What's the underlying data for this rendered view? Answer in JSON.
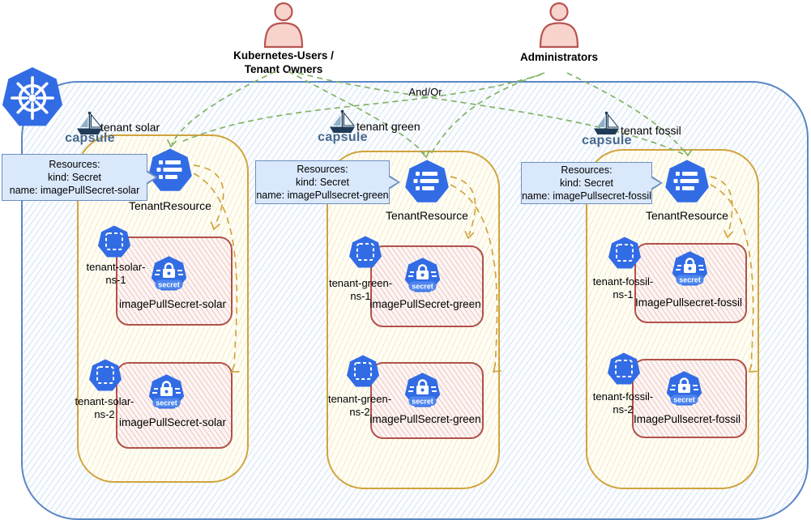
{
  "actors": {
    "tenant_owners": {
      "line1": "Kubernetes-Users /",
      "line2": "Tenant Owners"
    },
    "administrators": {
      "label": "Administrators"
    }
  },
  "connector_label": "And/Or",
  "tenants": [
    {
      "name": "tenant solar",
      "capsule_label": "capsule",
      "resource_label": "TenantResource",
      "callout": {
        "line1": "Resources:",
        "line2": "kind: Secret",
        "line3": "name: imagePullSecret-solar"
      },
      "namespaces": [
        {
          "label_line1": "tenant-solar-",
          "label_line2": "ns-1",
          "secret_badge": "secret",
          "secret_name": "imagePullSecret-solar"
        },
        {
          "label_line1": "tenant-solar-",
          "label_line2": "ns-2",
          "secret_badge": "secret",
          "secret_name": "imagePullSecret-solar"
        }
      ]
    },
    {
      "name": "tenant green",
      "capsule_label": "capsule",
      "resource_label": "TenantResource",
      "callout": {
        "line1": "Resources:",
        "line2": "kind: Secret",
        "line3": "name: imagePullsecret-green"
      },
      "namespaces": [
        {
          "label_line1": "tenant-green-",
          "label_line2": "ns-1",
          "secret_badge": "secret",
          "secret_name": "imagePullSecret-green"
        },
        {
          "label_line1": "tenant-green-",
          "label_line2": "ns-2",
          "secret_badge": "secret",
          "secret_name": "imagePullSecret-green"
        }
      ]
    },
    {
      "name": "tenant fossil",
      "capsule_label": "capsule",
      "resource_label": "TenantResource",
      "callout": {
        "line1": "Resources:",
        "line2": "kind: Secret",
        "line3": "name: imagePullsecret-fossil"
      },
      "namespaces": [
        {
          "label_line1": "tenant-fossil-",
          "label_line2": "ns-1",
          "secret_badge": "secret",
          "secret_name": "ImagePullsecret-fossil"
        },
        {
          "label_line1": "tenant-fossil-",
          "label_line2": "ns-2",
          "secret_badge": "secret",
          "secret_name": "ImagePullsecret-fossil"
        }
      ]
    }
  ],
  "colors": {
    "kubernetes_blue": "#326ce5",
    "outer_border": "#5b87c5",
    "tenant_border": "#d1a33c",
    "namespace_border": "#b0524a",
    "green_arrow": "#82b366",
    "yellow_arrow": "#d0a43c",
    "callout_fill": "#dae8fc",
    "callout_border": "#6c8ebf",
    "actor_red": "#b85450"
  }
}
